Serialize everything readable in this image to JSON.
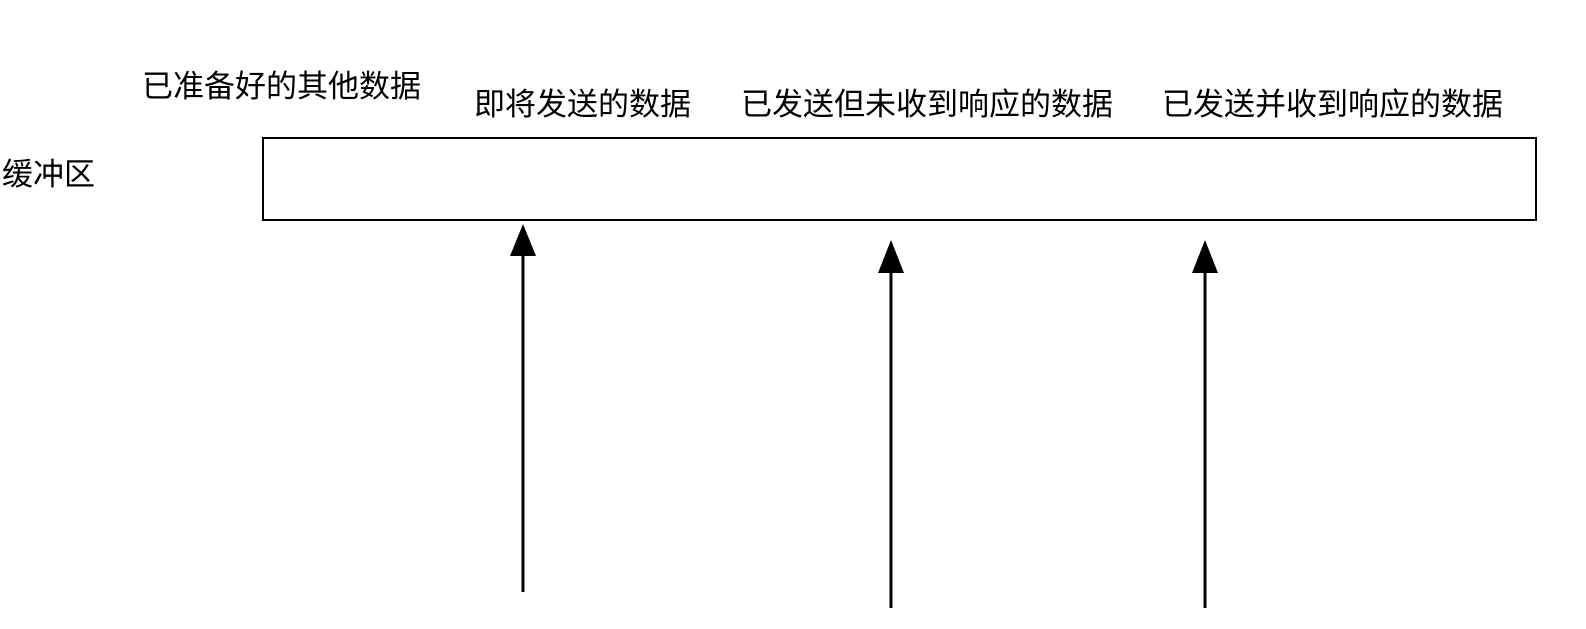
{
  "buffer": {
    "label": "缓冲区"
  },
  "labels": {
    "ready_other_data": "已准备好的其他数据",
    "data_to_send": "即将发送的数据",
    "sent_not_acked": "已发送但未收到响应的数据",
    "sent_and_acked": "已发送并收到响应的数据"
  },
  "colors": {
    "stroke": "#000000",
    "background": "#ffffff"
  }
}
